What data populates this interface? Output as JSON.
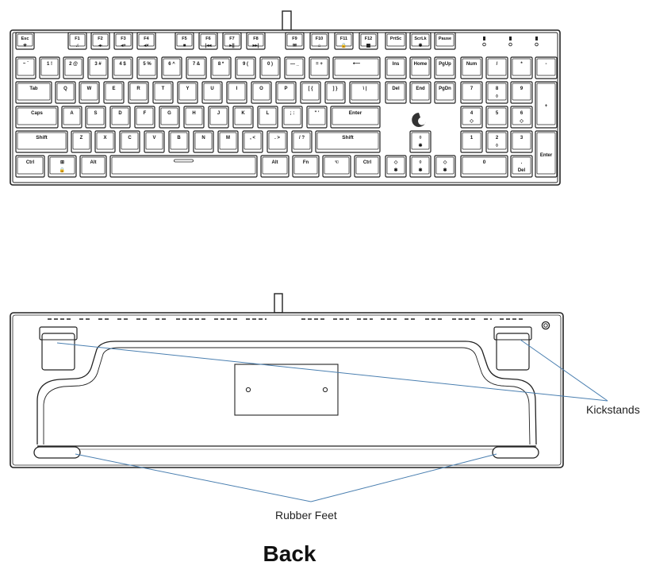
{
  "page_title": "Back",
  "callouts": {
    "kickstands": "Kickstands",
    "rubber_feet": "Rubber Feet"
  },
  "colors": {
    "outline": "#222222",
    "key_fill": "#ffffff",
    "leader_line": "#4a7fb0",
    "logo": "#333333"
  },
  "keyboard": {
    "keys": [
      {
        "id": "esc",
        "label": "Esc",
        "sub": "☀"
      },
      {
        "id": "f1",
        "label": "F1",
        "sub": "♫"
      },
      {
        "id": "f2",
        "label": "F2",
        "sub": "◂-"
      },
      {
        "id": "f3",
        "label": "F3",
        "sub": "◂+"
      },
      {
        "id": "f4",
        "label": "F4",
        "sub": "◂×"
      },
      {
        "id": "f5",
        "label": "F5",
        "sub": "■"
      },
      {
        "id": "f6",
        "label": "F6",
        "sub": "|◂◂"
      },
      {
        "id": "f7",
        "label": "F7",
        "sub": "▸||"
      },
      {
        "id": "f8",
        "label": "F8",
        "sub": "▸▸|"
      },
      {
        "id": "f9",
        "label": "F9",
        "sub": "✉"
      },
      {
        "id": "f10",
        "label": "F10",
        "sub": "⌂"
      },
      {
        "id": "f11",
        "label": "F11",
        "sub": "🔒"
      },
      {
        "id": "f12",
        "label": "F12",
        "sub": "▦"
      },
      {
        "id": "prtsc",
        "label": "PrtSc",
        "sub": ""
      },
      {
        "id": "scrlk",
        "label": "ScrLk",
        "sub": "✱"
      },
      {
        "id": "pause",
        "label": "Pause",
        "sub": ""
      },
      {
        "id": "grave",
        "label": "~ `",
        "sub": ""
      },
      {
        "id": "n1",
        "label": "1 !",
        "sub": ""
      },
      {
        "id": "n2",
        "label": "2 @",
        "sub": ""
      },
      {
        "id": "n3",
        "label": "3 #",
        "sub": ""
      },
      {
        "id": "n4",
        "label": "4 $",
        "sub": ""
      },
      {
        "id": "n5",
        "label": "5 %",
        "sub": ""
      },
      {
        "id": "n6",
        "label": "6 ^",
        "sub": ""
      },
      {
        "id": "n7",
        "label": "7 &",
        "sub": ""
      },
      {
        "id": "n8",
        "label": "8 *",
        "sub": ""
      },
      {
        "id": "n9",
        "label": "9 (",
        "sub": ""
      },
      {
        "id": "n0",
        "label": "0 )",
        "sub": ""
      },
      {
        "id": "minus",
        "label": "— _",
        "sub": ""
      },
      {
        "id": "equal",
        "label": "= +",
        "sub": ""
      },
      {
        "id": "backspace",
        "label": "⟵",
        "sub": ""
      },
      {
        "id": "ins",
        "label": "Ins",
        "sub": ""
      },
      {
        "id": "home",
        "label": "Home",
        "sub": ""
      },
      {
        "id": "pgup",
        "label": "PgUp",
        "sub": ""
      },
      {
        "id": "numlock",
        "label": "Num",
        "sub": ""
      },
      {
        "id": "kpdiv",
        "label": "/",
        "sub": ""
      },
      {
        "id": "kpmul",
        "label": "*",
        "sub": ""
      },
      {
        "id": "kpminus",
        "label": "-",
        "sub": ""
      },
      {
        "id": "tab",
        "label": "Tab",
        "sub": ""
      },
      {
        "id": "q",
        "label": "Q",
        "sub": ""
      },
      {
        "id": "w",
        "label": "W",
        "sub": ""
      },
      {
        "id": "e",
        "label": "E",
        "sub": ""
      },
      {
        "id": "r",
        "label": "R",
        "sub": ""
      },
      {
        "id": "t",
        "label": "T",
        "sub": ""
      },
      {
        "id": "y",
        "label": "Y",
        "sub": ""
      },
      {
        "id": "u",
        "label": "U",
        "sub": ""
      },
      {
        "id": "i",
        "label": "I",
        "sub": ""
      },
      {
        "id": "o",
        "label": "O",
        "sub": ""
      },
      {
        "id": "p",
        "label": "P",
        "sub": ""
      },
      {
        "id": "lbracket",
        "label": "[ {",
        "sub": ""
      },
      {
        "id": "rbracket",
        "label": "] }",
        "sub": ""
      },
      {
        "id": "backslash",
        "label": "\\ |",
        "sub": ""
      },
      {
        "id": "del",
        "label": "Del",
        "sub": ""
      },
      {
        "id": "end",
        "label": "End",
        "sub": ""
      },
      {
        "id": "pgdn",
        "label": "PgDn",
        "sub": ""
      },
      {
        "id": "kp7",
        "label": "7",
        "sub": ""
      },
      {
        "id": "kp8",
        "label": "8",
        "sub": "◊"
      },
      {
        "id": "kp9",
        "label": "9",
        "sub": ""
      },
      {
        "id": "kpplus",
        "label": "+",
        "sub": ""
      },
      {
        "id": "caps",
        "label": "Caps",
        "sub": ""
      },
      {
        "id": "a",
        "label": "A",
        "sub": ""
      },
      {
        "id": "s",
        "label": "S",
        "sub": ""
      },
      {
        "id": "d",
        "label": "D",
        "sub": ""
      },
      {
        "id": "f",
        "label": "F",
        "sub": ""
      },
      {
        "id": "g",
        "label": "G",
        "sub": ""
      },
      {
        "id": "h",
        "label": "H",
        "sub": ""
      },
      {
        "id": "j",
        "label": "J",
        "sub": ""
      },
      {
        "id": "k",
        "label": "K",
        "sub": ""
      },
      {
        "id": "l",
        "label": "L",
        "sub": ""
      },
      {
        "id": "semicolon",
        "label": "; :",
        "sub": ""
      },
      {
        "id": "quote",
        "label": "\" '",
        "sub": ""
      },
      {
        "id": "enter",
        "label": "Enter",
        "sub": ""
      },
      {
        "id": "kp4",
        "label": "4",
        "sub": "◇"
      },
      {
        "id": "kp5",
        "label": "5",
        "sub": ""
      },
      {
        "id": "kp6",
        "label": "6",
        "sub": "◇"
      },
      {
        "id": "lshift",
        "label": "Shift",
        "sub": ""
      },
      {
        "id": "z",
        "label": "Z",
        "sub": ""
      },
      {
        "id": "x",
        "label": "X",
        "sub": ""
      },
      {
        "id": "c",
        "label": "C",
        "sub": ""
      },
      {
        "id": "v",
        "label": "V",
        "sub": ""
      },
      {
        "id": "b",
        "label": "B",
        "sub": ""
      },
      {
        "id": "n",
        "label": "N",
        "sub": ""
      },
      {
        "id": "m",
        "label": "M",
        "sub": ""
      },
      {
        "id": "comma",
        "label": ", <",
        "sub": ""
      },
      {
        "id": "period",
        "label": ". >",
        "sub": ""
      },
      {
        "id": "slash",
        "label": "/ ?",
        "sub": ""
      },
      {
        "id": "rshift",
        "label": "Shift",
        "sub": ""
      },
      {
        "id": "up",
        "label": "◊",
        "sub": "✱"
      },
      {
        "id": "kp1",
        "label": "1",
        "sub": ""
      },
      {
        "id": "kp2",
        "label": "2",
        "sub": "◊"
      },
      {
        "id": "kp3",
        "label": "3",
        "sub": ""
      },
      {
        "id": "kpenter",
        "label": "Enter",
        "sub": ""
      },
      {
        "id": "lctrl",
        "label": "Ctrl",
        "sub": ""
      },
      {
        "id": "win",
        "label": "⊞",
        "sub": "🔒"
      },
      {
        "id": "lalt",
        "label": "Alt",
        "sub": ""
      },
      {
        "id": "space",
        "label": "",
        "sub": ""
      },
      {
        "id": "ralt",
        "label": "Alt",
        "sub": ""
      },
      {
        "id": "fn",
        "label": "Fn",
        "sub": ""
      },
      {
        "id": "menu",
        "label": "☜",
        "sub": ""
      },
      {
        "id": "rctrl",
        "label": "Ctrl",
        "sub": ""
      },
      {
        "id": "left",
        "label": "◇",
        "sub": "✱"
      },
      {
        "id": "down",
        "label": "◊",
        "sub": "✱"
      },
      {
        "id": "right",
        "label": "◇",
        "sub": "✱"
      },
      {
        "id": "kp0",
        "label": "0",
        "sub": ""
      },
      {
        "id": "kpdot",
        "label": ".",
        "sub": "Del"
      }
    ]
  }
}
